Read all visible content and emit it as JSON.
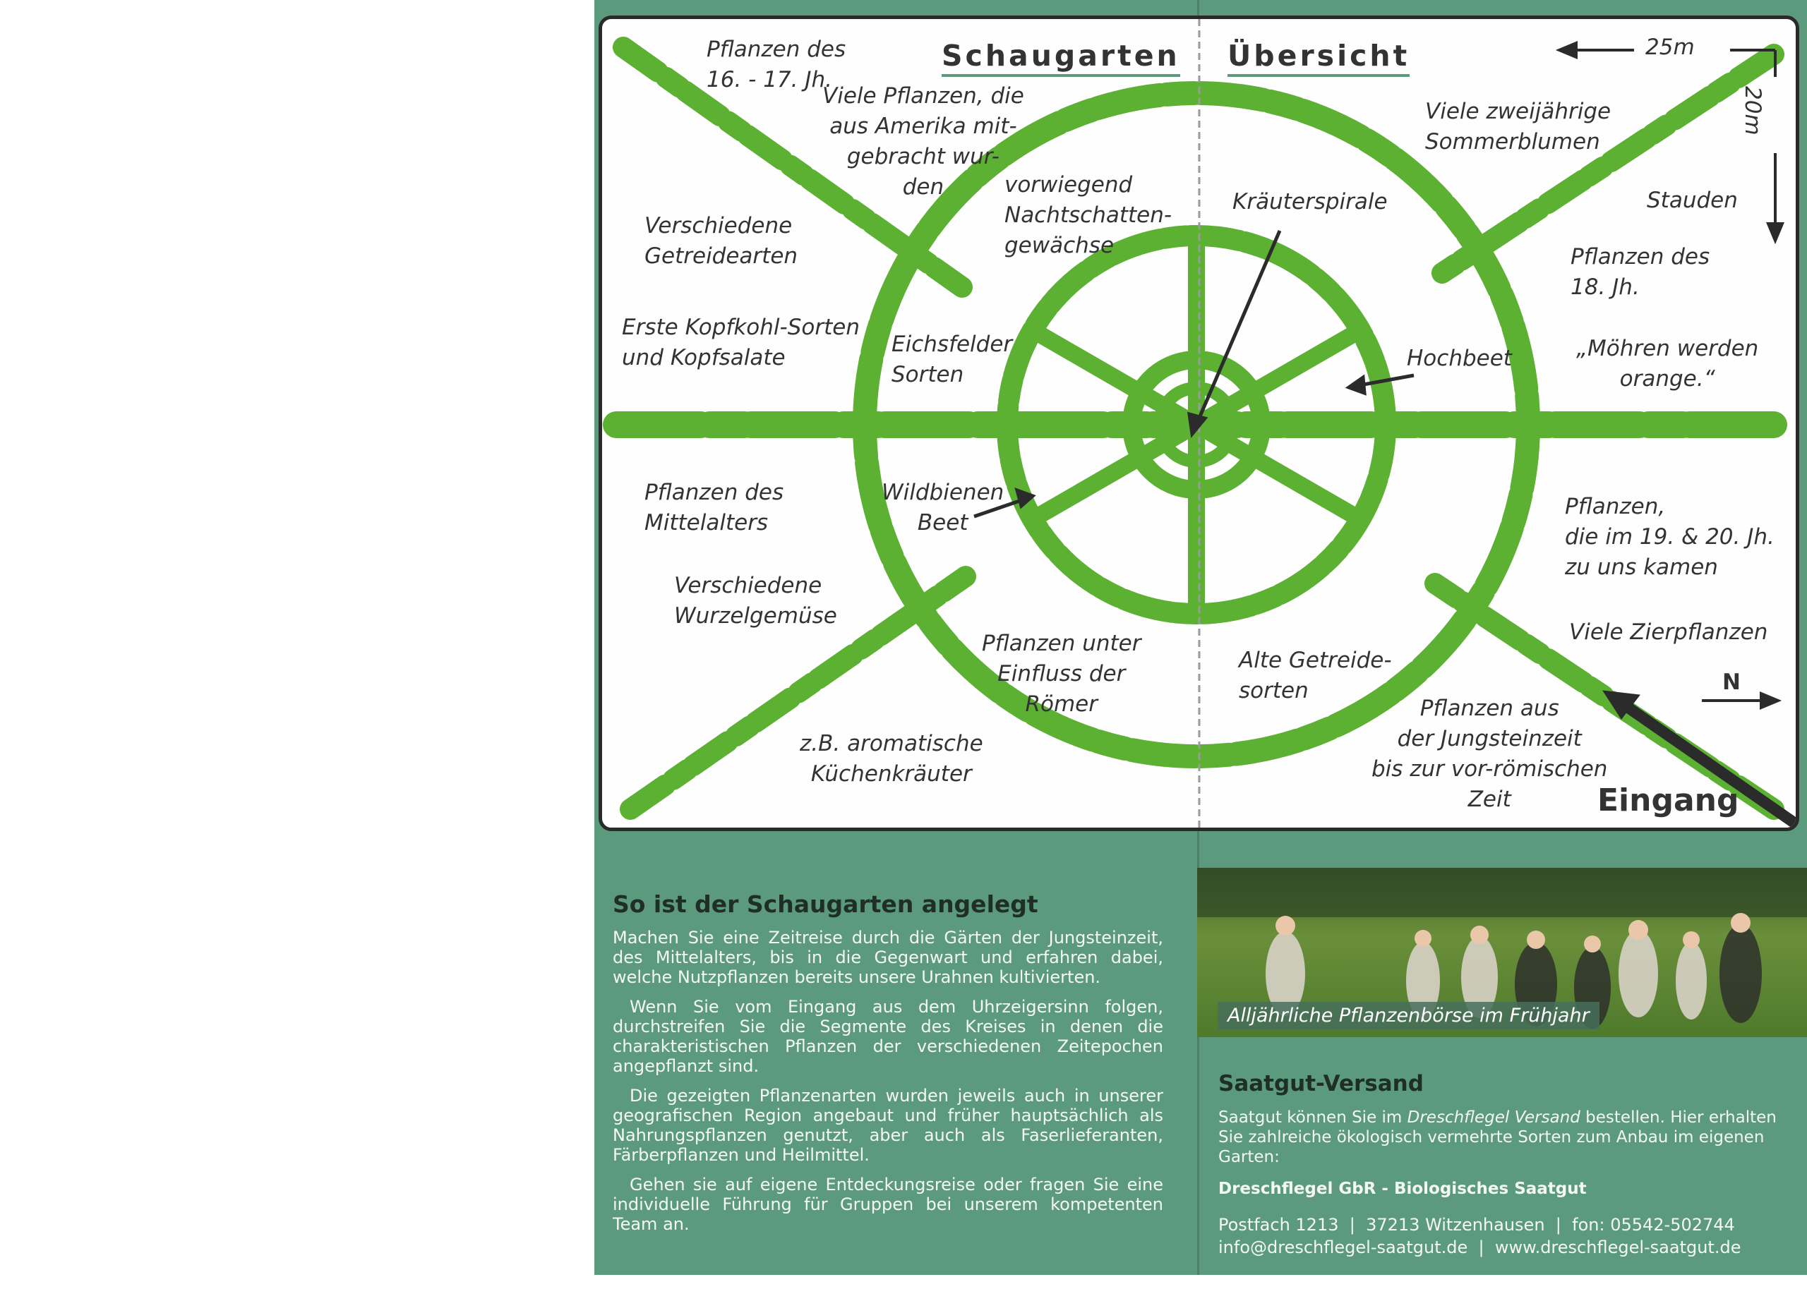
{
  "map": {
    "title_left": "Schaugarten",
    "title_right": "Übersicht",
    "scale_width": "25m",
    "scale_height": "20m",
    "north": "N",
    "entrance": "Eingang",
    "labels": {
      "pflanzen_16_17": "Pflanzen des\n16. - 17. Jh.",
      "amerika": "Viele Pflanzen, die\naus Amerika mit-\ngebracht wur-\nden",
      "nachtschatten": "vorwiegend\nNachtschatten-\ngewächse",
      "getreidearten": "Verschiedene\nGetreidearten",
      "kopfkohl": "Erste Kopfkohl-Sorten\nund Kopfsalate",
      "eichsfelder": "Eichsfelder\nSorten",
      "mittelalter": "Pflanzen des\nMittelalters",
      "wildbienen": "Wildbienen\nBeet",
      "wurzelgemuese": "Verschiedene\nWurzelgemüse",
      "roemer": "Pflanzen unter\nEinfluss der\nRömer",
      "kuechenkraeuter": "z.B. aromatische\nKüchenkräuter",
      "kraeuterspirale": "Kräuterspirale",
      "zweijaehrige": "Viele zweijährige\nSommerblumen",
      "stauden": "Stauden",
      "pflanzen_18": "Pflanzen des\n18. Jh.",
      "hochbeet": "Hochbeet",
      "moehren": "„Möhren werden\norange.“",
      "pflanzen_19_20": "Pflanzen,\ndie im 19. & 20. Jh.\nzu uns kamen",
      "zierpflanzen": "Viele Zierpflanzen",
      "getreidesorten": "Alte Getreide-\nsorten",
      "jungsteinzeit": "Pflanzen aus\nder Jungsteinzeit\nbis zur vor-römischen\nZeit"
    }
  },
  "info": {
    "heading": "So ist der Schaugarten angelegt",
    "paragraphs": [
      "Machen Sie eine Zeitreise durch die Gärten der Jungsteinzeit, des Mittelalters, bis in die Gegenwart und erfahren dabei, welche Nutzpflanzen bereits unsere Urahnen kultivierten.",
      "Wenn Sie vom Eingang aus dem Uhrzeigersinn folgen, durchstreifen Sie die Segmente des Kreises in denen die charakteristischen Pflanzen der verschiedenen Zeitepochen angepflanzt sind.",
      "Die gezeigten Pflanzenarten wurden jeweils auch in unserer geografischen Region angebaut und früher hauptsächlich als Nahrungspflanzen genutzt, aber auch als Faserlieferanten, Färberpflanzen und Heilmittel.",
      "Gehen sie auf eigene Entdeckungsreise oder fragen Sie eine individuelle Führung für Gruppen bei unserem kompetenten Team an."
    ]
  },
  "photo": {
    "caption": "Alljährliche Pflanzenbörse im Frühjahr"
  },
  "versand": {
    "heading": "Saatgut-Versand",
    "text_before": "Saatgut können Sie im ",
    "text_italic": "Dreschflegel Versand",
    "text_after": " bestellen. Hier erhalten Sie zahlreiche ökologisch vermehrte Sorten zum Anbau im eigenen Garten:",
    "company": "Dreschflegel GbR - Biologisches Saatgut",
    "address": "Postfach 1213  |  37213 Witzenhausen  |  fon: 05542-502744",
    "contact": "info@dreschflegel-saatgut.de  |  www.dreschflegel-saatgut.de"
  },
  "colors": {
    "bed_green": "#5cb032",
    "sheet_green": "#5c9a7e",
    "heading_dark": "#1f2f28"
  }
}
